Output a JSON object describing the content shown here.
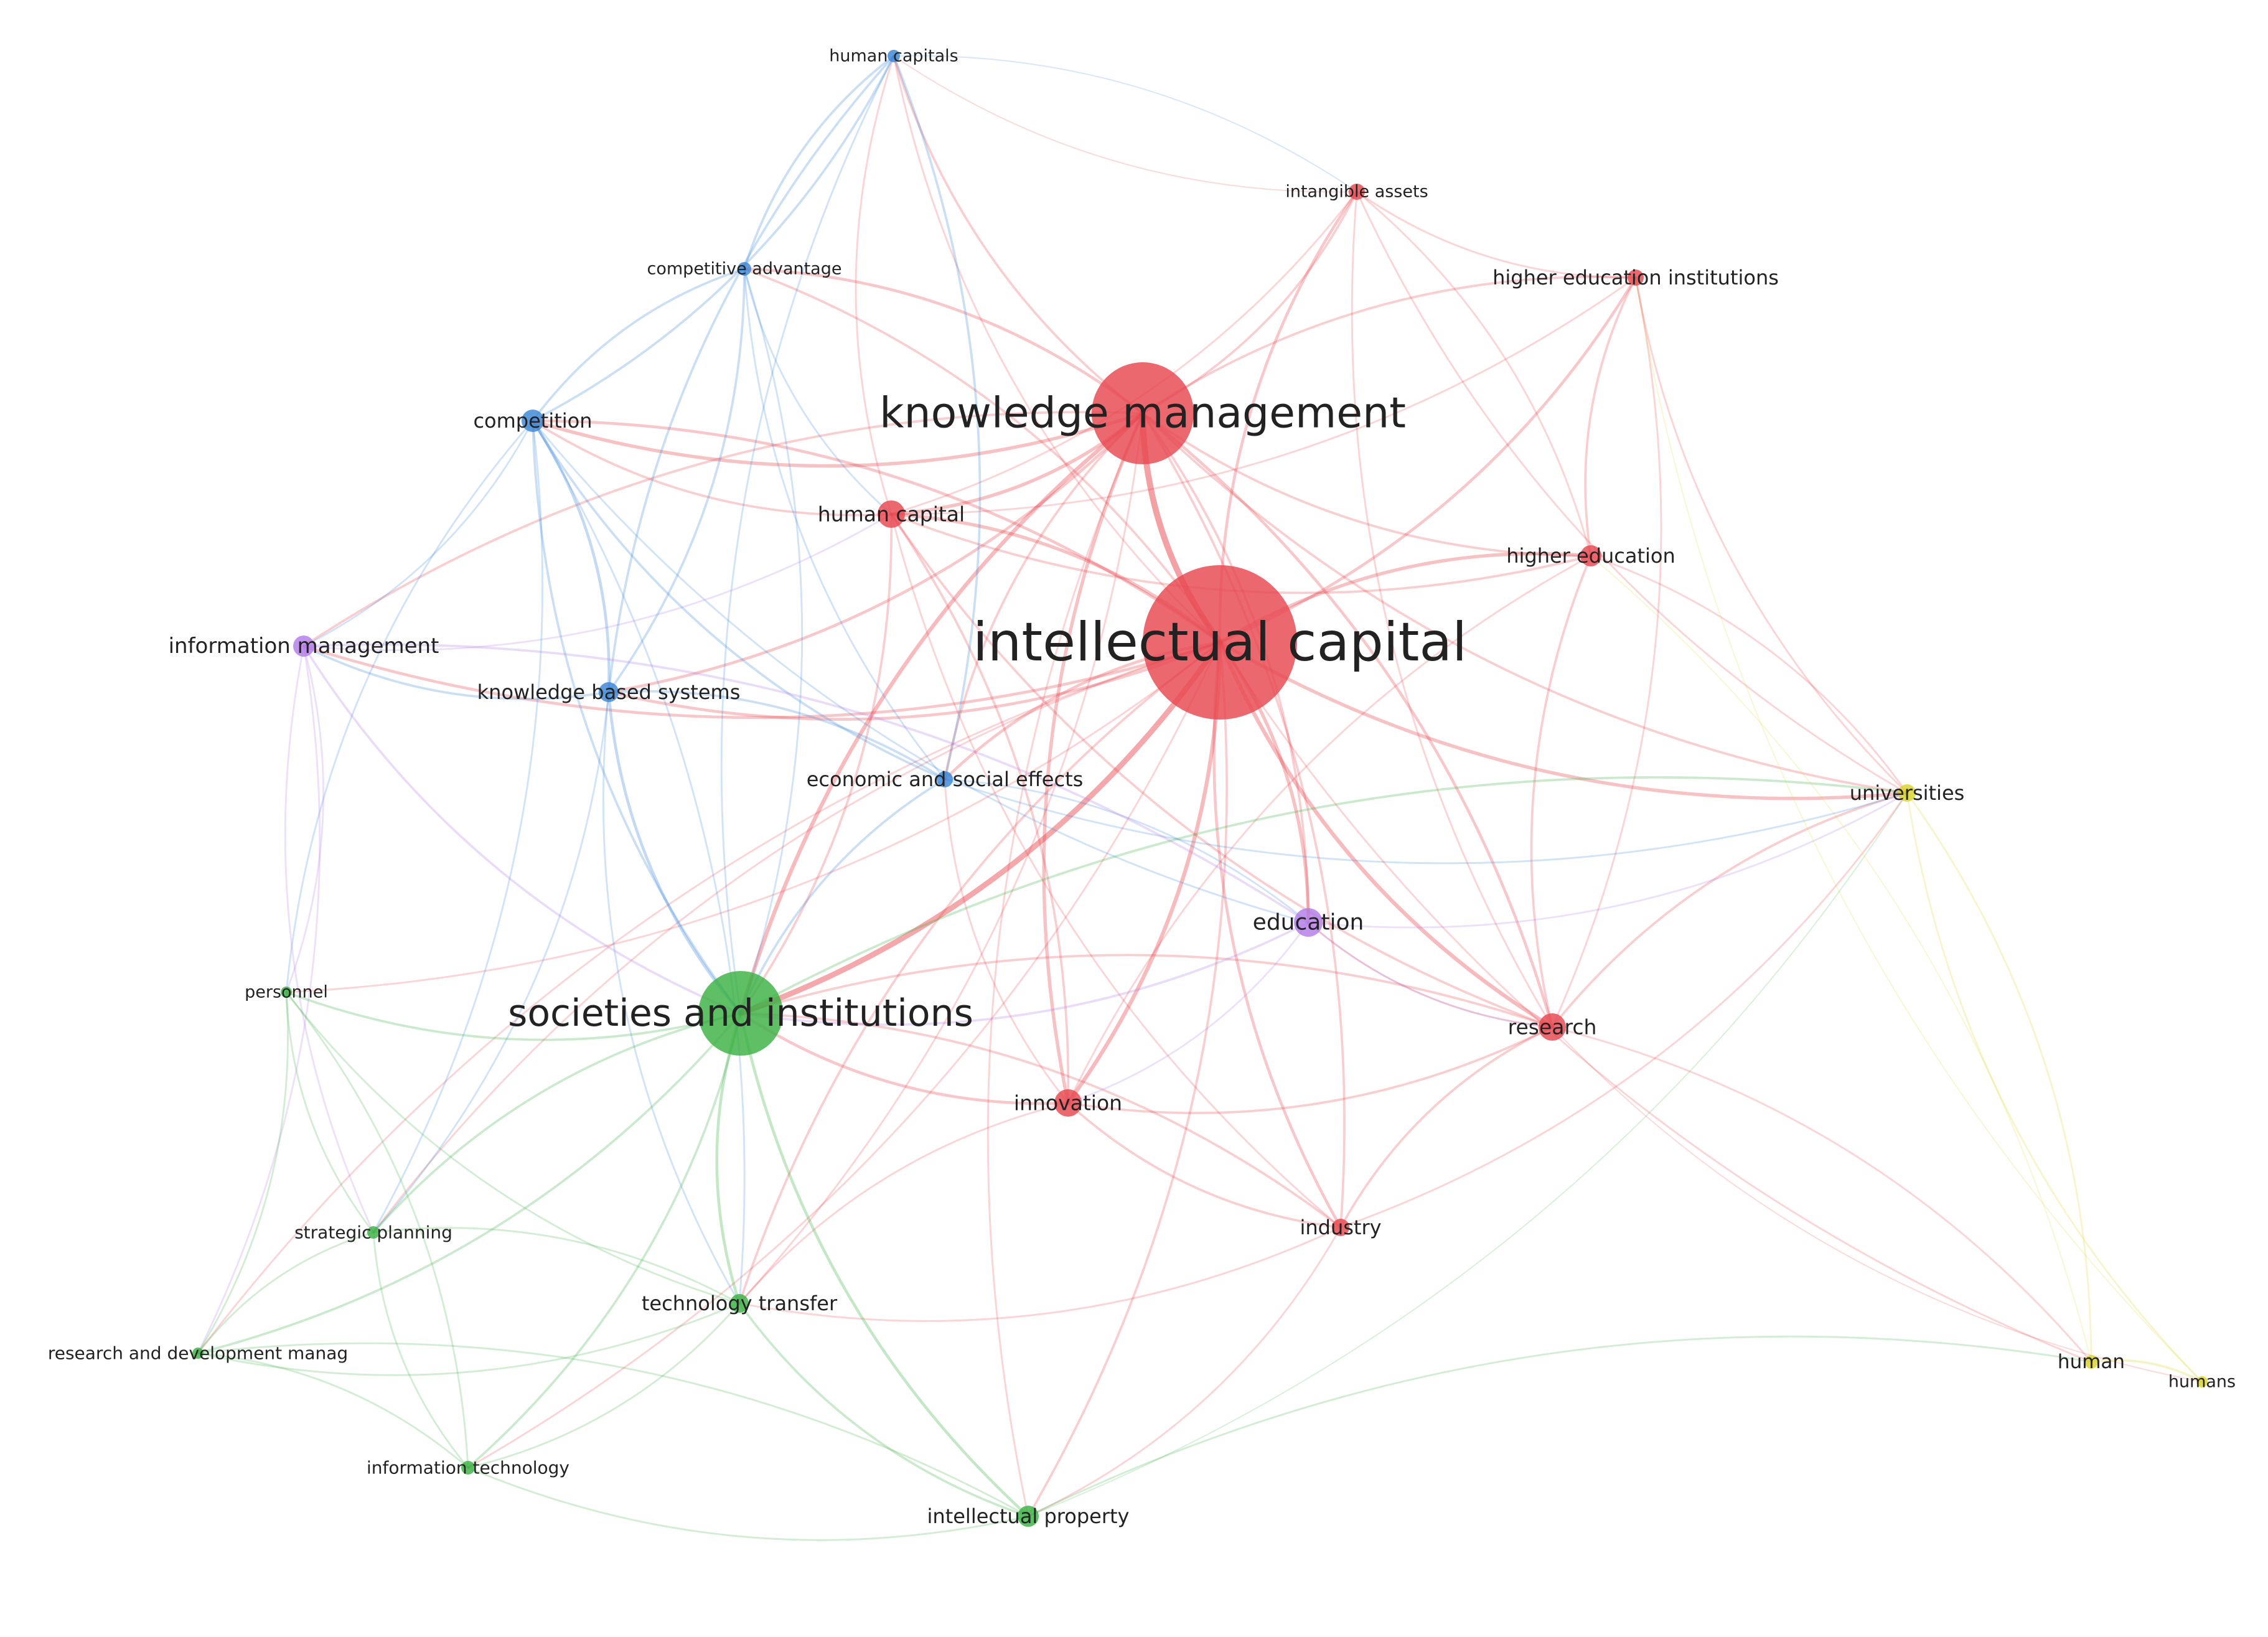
{
  "clusters": {
    "red": "#e8474f",
    "blue": "#3a86d6",
    "green": "#3bb143",
    "purple": "#b27de8",
    "yellow": "#d9d42a"
  },
  "nodes": [
    {
      "id": "intellectual-capital",
      "label": "intellectual capital",
      "cluster": "red",
      "weight": 100
    },
    {
      "id": "knowledge-management",
      "label": "knowledge management",
      "cluster": "red",
      "weight": 55
    },
    {
      "id": "human-capital",
      "label": "human capital",
      "cluster": "red",
      "weight": 14
    },
    {
      "id": "intangible-assets",
      "label": "intangible assets",
      "cluster": "red",
      "weight": 8
    },
    {
      "id": "higher-education-institutions",
      "label": "higher education institutions",
      "cluster": "red",
      "weight": 8
    },
    {
      "id": "higher-education",
      "label": "higher education",
      "cluster": "red",
      "weight": 10
    },
    {
      "id": "research",
      "label": "research",
      "cluster": "red",
      "weight": 14
    },
    {
      "id": "innovation",
      "label": "innovation",
      "cluster": "red",
      "weight": 14
    },
    {
      "id": "industry",
      "label": "industry",
      "cluster": "red",
      "weight": 9
    },
    {
      "id": "human-capitals",
      "label": "human capitals",
      "cluster": "blue",
      "weight": 6
    },
    {
      "id": "competitive-advantage",
      "label": "competitive advantage",
      "cluster": "blue",
      "weight": 7
    },
    {
      "id": "competition",
      "label": "competition",
      "cluster": "blue",
      "weight": 12
    },
    {
      "id": "knowledge-based-systems",
      "label": "knowledge based systems",
      "cluster": "blue",
      "weight": 10
    },
    {
      "id": "economic-and-social-effects",
      "label": "economic and social effects",
      "cluster": "blue",
      "weight": 9
    },
    {
      "id": "information-management",
      "label": "information management",
      "cluster": "purple",
      "weight": 11
    },
    {
      "id": "education",
      "label": "education",
      "cluster": "purple",
      "weight": 15
    },
    {
      "id": "societies-and-institutions",
      "label": "societies and institutions",
      "cluster": "green",
      "weight": 60
    },
    {
      "id": "personnel",
      "label": "personnel",
      "cluster": "green",
      "weight": 6
    },
    {
      "id": "strategic-planning",
      "label": "strategic planning",
      "cluster": "green",
      "weight": 7
    },
    {
      "id": "research-and-development-manag",
      "label": "research and development manag",
      "cluster": "green",
      "weight": 6
    },
    {
      "id": "technology-transfer",
      "label": "technology transfer",
      "cluster": "green",
      "weight": 10
    },
    {
      "id": "information-technology",
      "label": "information technology",
      "cluster": "green",
      "weight": 7
    },
    {
      "id": "intellectual-property",
      "label": "intellectual property",
      "cluster": "green",
      "weight": 11
    },
    {
      "id": "universities",
      "label": "universities",
      "cluster": "yellow",
      "weight": 9
    },
    {
      "id": "human",
      "label": "human",
      "cluster": "yellow",
      "weight": 7
    },
    {
      "id": "humans",
      "label": "humans",
      "cluster": "yellow",
      "weight": 6
    }
  ],
  "links": [
    [
      "intellectual-capital",
      "knowledge-management",
      10
    ],
    [
      "intellectual-capital",
      "human-capital",
      5
    ],
    [
      "intellectual-capital",
      "intangible-assets",
      4
    ],
    [
      "intellectual-capital",
      "higher-education-institutions",
      4
    ],
    [
      "intellectual-capital",
      "higher-education",
      5
    ],
    [
      "intellectual-capital",
      "research",
      6
    ],
    [
      "intellectual-capital",
      "innovation",
      6
    ],
    [
      "intellectual-capital",
      "industry",
      4
    ],
    [
      "intellectual-capital",
      "societies-and-institutions",
      9
    ],
    [
      "intellectual-capital",
      "universities",
      5
    ],
    [
      "intellectual-capital",
      "education",
      5
    ],
    [
      "intellectual-capital",
      "competition",
      4
    ],
    [
      "intellectual-capital",
      "knowledge-based-systems",
      4
    ],
    [
      "intellectual-capital",
      "economic-and-social-effects",
      4
    ],
    [
      "intellectual-capital",
      "information-management",
      4
    ],
    [
      "intellectual-capital",
      "technology-transfer",
      3
    ],
    [
      "intellectual-capital",
      "intellectual-property",
      3
    ],
    [
      "intellectual-capital",
      "human",
      2
    ],
    [
      "intellectual-capital",
      "human-capitals",
      2
    ],
    [
      "intellectual-capital",
      "competitive-advantage",
      3
    ],
    [
      "intellectual-capital",
      "personnel",
      2
    ],
    [
      "intellectual-capital",
      "strategic-planning",
      2
    ],
    [
      "intellectual-capital",
      "information-technology",
      2
    ],
    [
      "intellectual-capital",
      "research-and-development-manag",
      2
    ],
    [
      "knowledge-management",
      "human-capital",
      5
    ],
    [
      "knowledge-management",
      "intangible-assets",
      3
    ],
    [
      "knowledge-management",
      "higher-education-institutions",
      3
    ],
    [
      "knowledge-management",
      "higher-education",
      3
    ],
    [
      "knowledge-management",
      "research",
      4
    ],
    [
      "knowledge-management",
      "innovation",
      5
    ],
    [
      "knowledge-management",
      "industry",
      3
    ],
    [
      "knowledge-management",
      "societies-and-institutions",
      6
    ],
    [
      "knowledge-management",
      "competition",
      5
    ],
    [
      "knowledge-management",
      "competitive-advantage",
      4
    ],
    [
      "knowledge-management",
      "knowledge-based-systems",
      4
    ],
    [
      "knowledge-management",
      "economic-and-social-effects",
      3
    ],
    [
      "knowledge-management",
      "human-capitals",
      3
    ],
    [
      "knowledge-management",
      "information-management",
      3
    ],
    [
      "knowledge-management",
      "education",
      3
    ],
    [
      "knowledge-management",
      "universities",
      3
    ],
    [
      "knowledge-management",
      "technology-transfer",
      2
    ],
    [
      "knowledge-management",
      "intellectual-property",
      2
    ],
    [
      "human-capital",
      "competition",
      3
    ],
    [
      "human-capital",
      "research",
      3
    ],
    [
      "human-capital",
      "innovation",
      3
    ],
    [
      "human-capital",
      "higher-education",
      3
    ],
    [
      "human-capital",
      "societies-and-institutions",
      3
    ],
    [
      "human-capital",
      "industry",
      2
    ],
    [
      "human-capital",
      "human-capitals",
      2
    ],
    [
      "intangible-assets",
      "higher-education-institutions",
      2
    ],
    [
      "intangible-assets",
      "higher-education",
      2
    ],
    [
      "intangible-assets",
      "research",
      2
    ],
    [
      "intangible-assets",
      "human-capital",
      2
    ],
    [
      "intangible-assets",
      "universities",
      2
    ],
    [
      "intangible-assets",
      "human-capitals",
      1
    ],
    [
      "higher-education-institutions",
      "higher-education",
      3
    ],
    [
      "higher-education-institutions",
      "research",
      2
    ],
    [
      "higher-education-institutions",
      "universities",
      2
    ],
    [
      "higher-education-institutions",
      "human-capital",
      2
    ],
    [
      "higher-education",
      "research",
      3
    ],
    [
      "higher-education",
      "universities",
      2
    ],
    [
      "higher-education",
      "innovation",
      2
    ],
    [
      "research",
      "innovation",
      3
    ],
    [
      "research",
      "industry",
      3
    ],
    [
      "research",
      "universities",
      3
    ],
    [
      "research",
      "societies-and-institutions",
      3
    ],
    [
      "research",
      "human",
      2
    ],
    [
      "research",
      "humans",
      1
    ],
    [
      "research",
      "education",
      2
    ],
    [
      "innovation",
      "industry",
      3
    ],
    [
      "innovation",
      "societies-and-institutions",
      4
    ],
    [
      "innovation",
      "technology-transfer",
      2
    ],
    [
      "innovation",
      "economic-and-social-effects",
      2
    ],
    [
      "industry",
      "societies-and-institutions",
      3
    ],
    [
      "industry",
      "technology-transfer",
      2
    ],
    [
      "industry",
      "universities",
      2
    ],
    [
      "industry",
      "intellectual-property",
      2
    ],
    [
      "human-capitals",
      "competitive-advantage",
      3
    ],
    [
      "human-capitals",
      "competition",
      3
    ],
    [
      "human-capitals",
      "knowledge-based-systems",
      3
    ],
    [
      "human-capitals",
      "economic-and-social-effects",
      3
    ],
    [
      "human-capitals",
      "societies-and-institutions",
      2
    ],
    [
      "human-capitals",
      "intangible-assets",
      1
    ],
    [
      "competitive-advantage",
      "competition",
      3
    ],
    [
      "competitive-advantage",
      "knowledge-based-systems",
      3
    ],
    [
      "competitive-advantage",
      "economic-and-social-effects",
      2
    ],
    [
      "competitive-advantage",
      "societies-and-institutions",
      2
    ],
    [
      "competitive-advantage",
      "human-capital",
      2
    ],
    [
      "competition",
      "knowledge-based-systems",
      4
    ],
    [
      "competition",
      "economic-and-social-effects",
      3
    ],
    [
      "competition",
      "information-management",
      2
    ],
    [
      "competition",
      "societies-and-institutions",
      3
    ],
    [
      "competition",
      "strategic-planning",
      2
    ],
    [
      "competition",
      "personnel",
      2
    ],
    [
      "competition",
      "technology-transfer",
      2
    ],
    [
      "competition",
      "education",
      2
    ],
    [
      "knowledge-based-systems",
      "economic-and-social-effects",
      3
    ],
    [
      "knowledge-based-systems",
      "societies-and-institutions",
      4
    ],
    [
      "knowledge-based-systems",
      "information-management",
      3
    ],
    [
      "knowledge-based-systems",
      "technology-transfer",
      2
    ],
    [
      "knowledge-based-systems",
      "strategic-planning",
      2
    ],
    [
      "economic-and-social-effects",
      "societies-and-institutions",
      3
    ],
    [
      "economic-and-social-effects",
      "education",
      2
    ],
    [
      "economic-and-social-effects",
      "universities",
      2
    ],
    [
      "information-management",
      "education",
      3
    ],
    [
      "information-management",
      "societies-and-institutions",
      3
    ],
    [
      "information-management",
      "personnel",
      2
    ],
    [
      "information-management",
      "strategic-planning",
      2
    ],
    [
      "information-management",
      "research-and-development-manag",
      2
    ],
    [
      "information-management",
      "human-capital",
      2
    ],
    [
      "education",
      "societies-and-institutions",
      3
    ],
    [
      "education",
      "universities",
      2
    ],
    [
      "education",
      "innovation",
      2
    ],
    [
      "education",
      "research",
      2
    ],
    [
      "societies-and-institutions",
      "personnel",
      3
    ],
    [
      "societies-and-institutions",
      "strategic-planning",
      3
    ],
    [
      "societies-and-institutions",
      "research-and-development-manag",
      3
    ],
    [
      "societies-and-institutions",
      "technology-transfer",
      4
    ],
    [
      "societies-and-institutions",
      "information-technology",
      3
    ],
    [
      "societies-and-institutions",
      "intellectual-property",
      4
    ],
    [
      "societies-and-institutions",
      "universities",
      3
    ],
    [
      "personnel",
      "strategic-planning",
      2
    ],
    [
      "personnel",
      "research-and-development-manag",
      2
    ],
    [
      "personnel",
      "technology-transfer",
      2
    ],
    [
      "personnel",
      "information-technology",
      2
    ],
    [
      "strategic-planning",
      "research-and-development-manag",
      2
    ],
    [
      "strategic-planning",
      "technology-transfer",
      2
    ],
    [
      "strategic-planning",
      "information-technology",
      2
    ],
    [
      "research-and-development-manag",
      "information-technology",
      2
    ],
    [
      "research-and-development-manag",
      "technology-transfer",
      2
    ],
    [
      "research-and-development-manag",
      "intellectual-property",
      2
    ],
    [
      "technology-transfer",
      "intellectual-property",
      3
    ],
    [
      "technology-transfer",
      "information-technology",
      2
    ],
    [
      "information-technology",
      "intellectual-property",
      2
    ],
    [
      "intellectual-property",
      "human",
      2
    ],
    [
      "intellectual-property",
      "universities",
      1
    ],
    [
      "universities",
      "human",
      2
    ],
    [
      "universities",
      "humans",
      2
    ],
    [
      "human",
      "humans",
      3
    ],
    [
      "human",
      "higher-education",
      1
    ],
    [
      "humans",
      "higher-education-institutions",
      1
    ]
  ]
}
